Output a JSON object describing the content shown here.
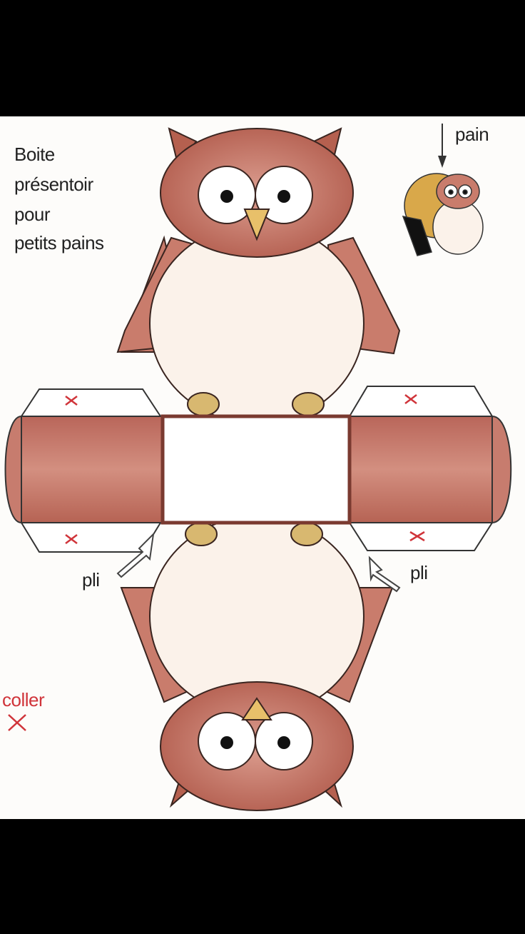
{
  "title_lines": [
    "Boite",
    "présentoir",
    "pour",
    "petits pains"
  ],
  "labels": {
    "pain": "pain",
    "fold_left": "pli",
    "fold_right": "pli",
    "glue": "coller"
  },
  "colors": {
    "owl_brown": "#b5604f",
    "panel_brown": "#c2756a",
    "belly": "#fbf2ea",
    "glue_red": "#d0343a"
  }
}
